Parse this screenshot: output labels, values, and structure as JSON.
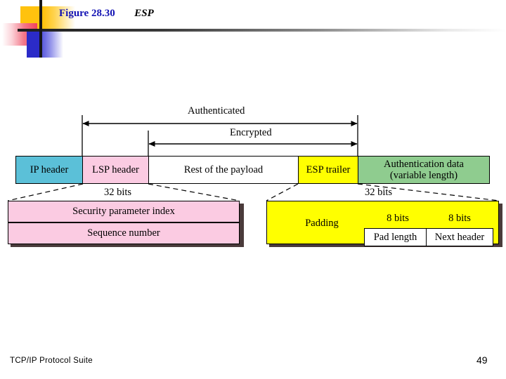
{
  "slide": {
    "title_figure": "Figure 28.30",
    "title_subject": "ESP",
    "footer": "TCP/IP Protocol Suite",
    "page_number": "49"
  },
  "colors": {
    "ip_header": "#5BC0D8",
    "lsp_header": "#FBCBE2",
    "payload": "#FFFFFF",
    "esp_trailer": "#FFFF00",
    "auth_data": "#8FCC8F",
    "spi_box": "#FBCBE2",
    "padding_box": "#FFFF00",
    "title_blue": "#1414B4",
    "ornament_yellow": "#FFC20E",
    "ornament_red": "#F2415A",
    "ornament_blue": "#2B2BC8"
  },
  "diagram": {
    "span_labels": [
      {
        "name": "authenticated",
        "text": "Authenticated"
      },
      {
        "name": "encrypted",
        "text": "Encrypted"
      }
    ],
    "packet_segments": [
      {
        "name": "ip-header",
        "text": "IP header"
      },
      {
        "name": "lsp-header",
        "text": "LSP header"
      },
      {
        "name": "rest-of-payload",
        "text": "Rest of the payload"
      },
      {
        "name": "esp-trailer",
        "text": "ESP trailer"
      },
      {
        "name": "authentication-data",
        "line1": "Authentication data",
        "line2": "(variable length)"
      }
    ],
    "width_labels": {
      "left_32bits": "32 bits",
      "right_32bits": "32 bits",
      "pad_length_bits": "8 bits",
      "next_header_bits": "8 bits"
    },
    "lsp_detail_rows": [
      {
        "name": "security-parameter-index",
        "text": "Security parameter index"
      },
      {
        "name": "sequence-number",
        "text": "Sequence number"
      }
    ],
    "trailer_detail": {
      "padding": "Padding",
      "pad_length": "Pad length",
      "next_header": "Next header"
    }
  }
}
